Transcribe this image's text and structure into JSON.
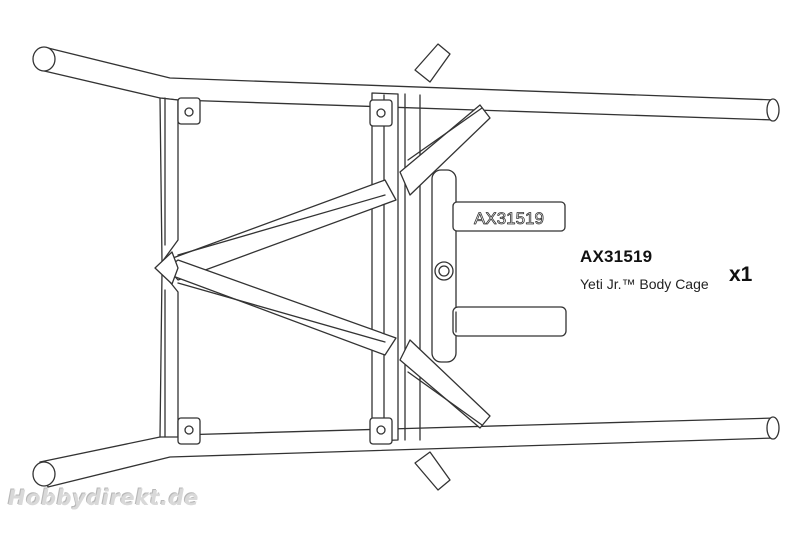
{
  "part": {
    "number": "AX31519",
    "name": "Yeti Jr.™ Body Cage",
    "quantity": "x1",
    "embossed_label": "AX31519"
  },
  "watermark": {
    "text": "Hobbydirekt.de"
  }
}
